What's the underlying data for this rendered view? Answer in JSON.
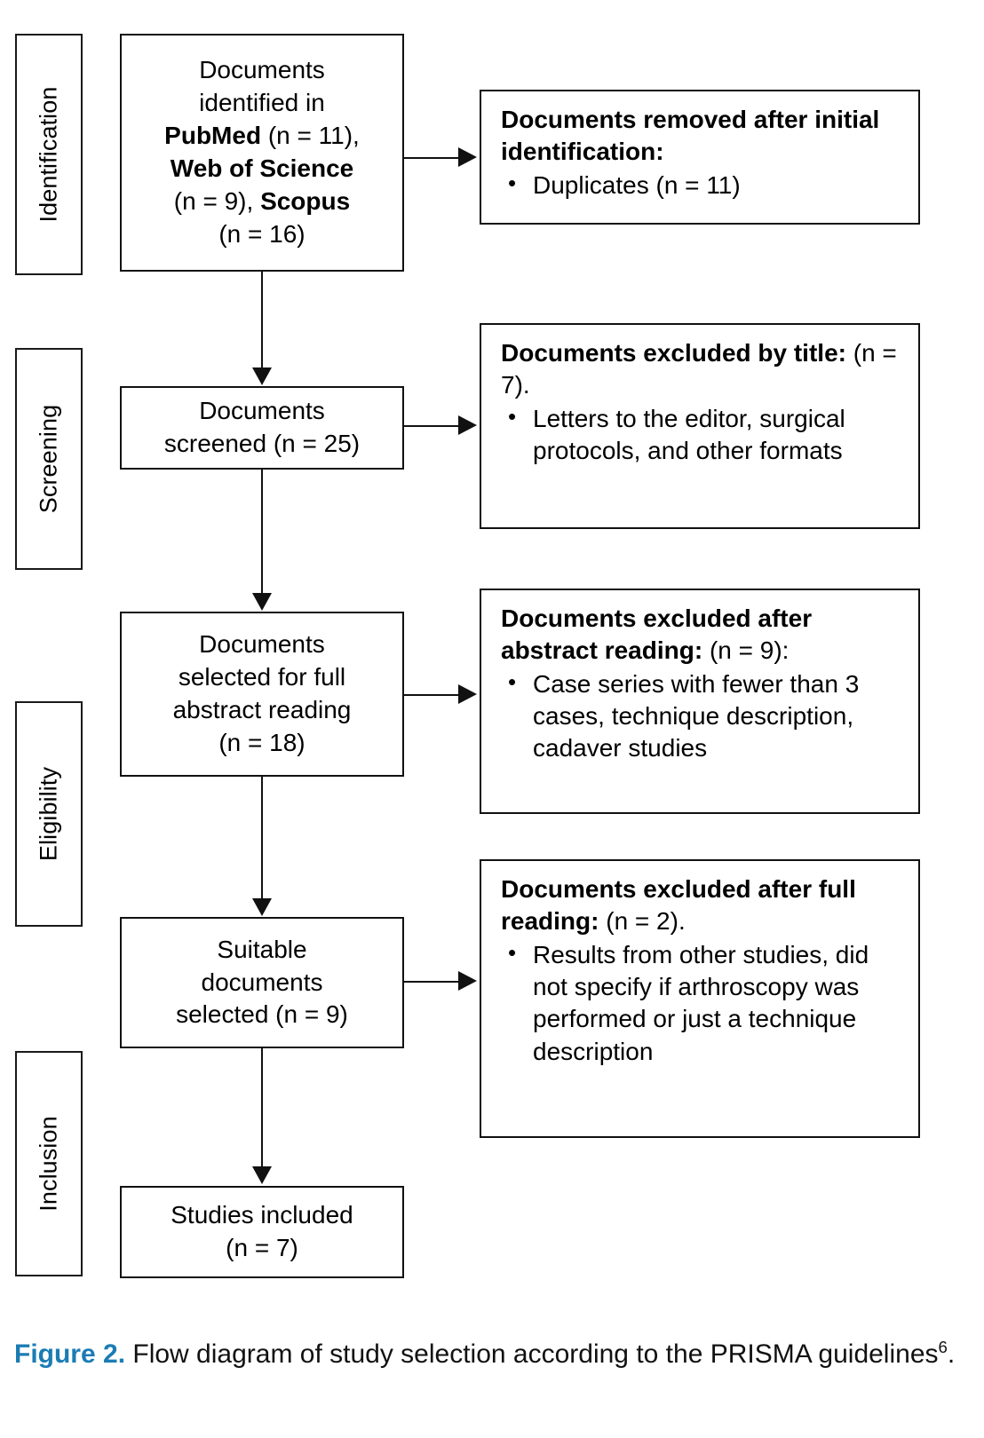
{
  "figure": {
    "label": "Figure 2.",
    "caption_text": "Flow diagram of study selection according to the PRISMA guidelines",
    "caption_superscript": "6",
    "caption_end": ".",
    "label_color": "#1b7cb4"
  },
  "phases": [
    {
      "name": "identification",
      "label": "Identification"
    },
    {
      "name": "screening",
      "label": "Screening"
    },
    {
      "name": "eligibility",
      "label": "Eligibility"
    },
    {
      "name": "inclusion",
      "label": "Inclusion"
    }
  ],
  "flow_boxes": [
    {
      "name": "identified-box",
      "lines": [
        {
          "text": "Documents",
          "bold": false
        },
        {
          "text": "identified in",
          "bold": false
        },
        {
          "segments": [
            {
              "t": "PubMed",
              "b": true
            },
            {
              "t": " (n = 11),",
              "b": false
            }
          ]
        },
        {
          "segments": [
            {
              "t": "Web of Science",
              "b": true
            }
          ]
        },
        {
          "segments": [
            {
              "t": "(n = 9), ",
              "b": false
            },
            {
              "t": "Scopus",
              "b": true
            }
          ]
        },
        {
          "text": "(n = 16)",
          "bold": false
        }
      ]
    },
    {
      "name": "screened-box",
      "lines": [
        {
          "text": "Documents",
          "bold": false
        },
        {
          "text": "screened (n = 25)",
          "bold": false
        }
      ]
    },
    {
      "name": "abstract-selected-box",
      "lines": [
        {
          "text": "Documents",
          "bold": false
        },
        {
          "text": "selected for full",
          "bold": false
        },
        {
          "text": "abstract reading",
          "bold": false
        },
        {
          "text": "(n = 18)",
          "bold": false
        }
      ]
    },
    {
      "name": "suitable-box",
      "lines": [
        {
          "text": "Suitable",
          "bold": false
        },
        {
          "text": "documents",
          "bold": false
        },
        {
          "text": "selected (n = 9)",
          "bold": false
        }
      ]
    },
    {
      "name": "included-box",
      "lines": [
        {
          "text": "Studies included",
          "bold": false
        },
        {
          "text": "(n = 7)",
          "bold": false
        }
      ]
    }
  ],
  "side_boxes": [
    {
      "name": "removed-after-identification",
      "title_bold": "Documents removed after initial identification:",
      "title_normal": "",
      "bullets": [
        "Duplicates (n = 11)"
      ]
    },
    {
      "name": "excluded-by-title",
      "title_bold": "Documents excluded by title:",
      "title_normal": " (n = 7).",
      "bullets": [
        "Letters to the editor, surgical protocols, and other formats"
      ]
    },
    {
      "name": "excluded-after-abstract",
      "title_bold": "Documents excluded after abstract reading:",
      "title_normal": " (n = 9):",
      "bullets": [
        "Case series with fewer than 3 cases, technique description, cadaver studies"
      ]
    },
    {
      "name": "excluded-after-full-reading",
      "title_bold": "Documents excluded after full reading:",
      "title_normal": " (n = 2).",
      "bullets": [
        "Results from other studies, did not specify if arthroscopy was performed or just a technique description"
      ]
    }
  ]
}
